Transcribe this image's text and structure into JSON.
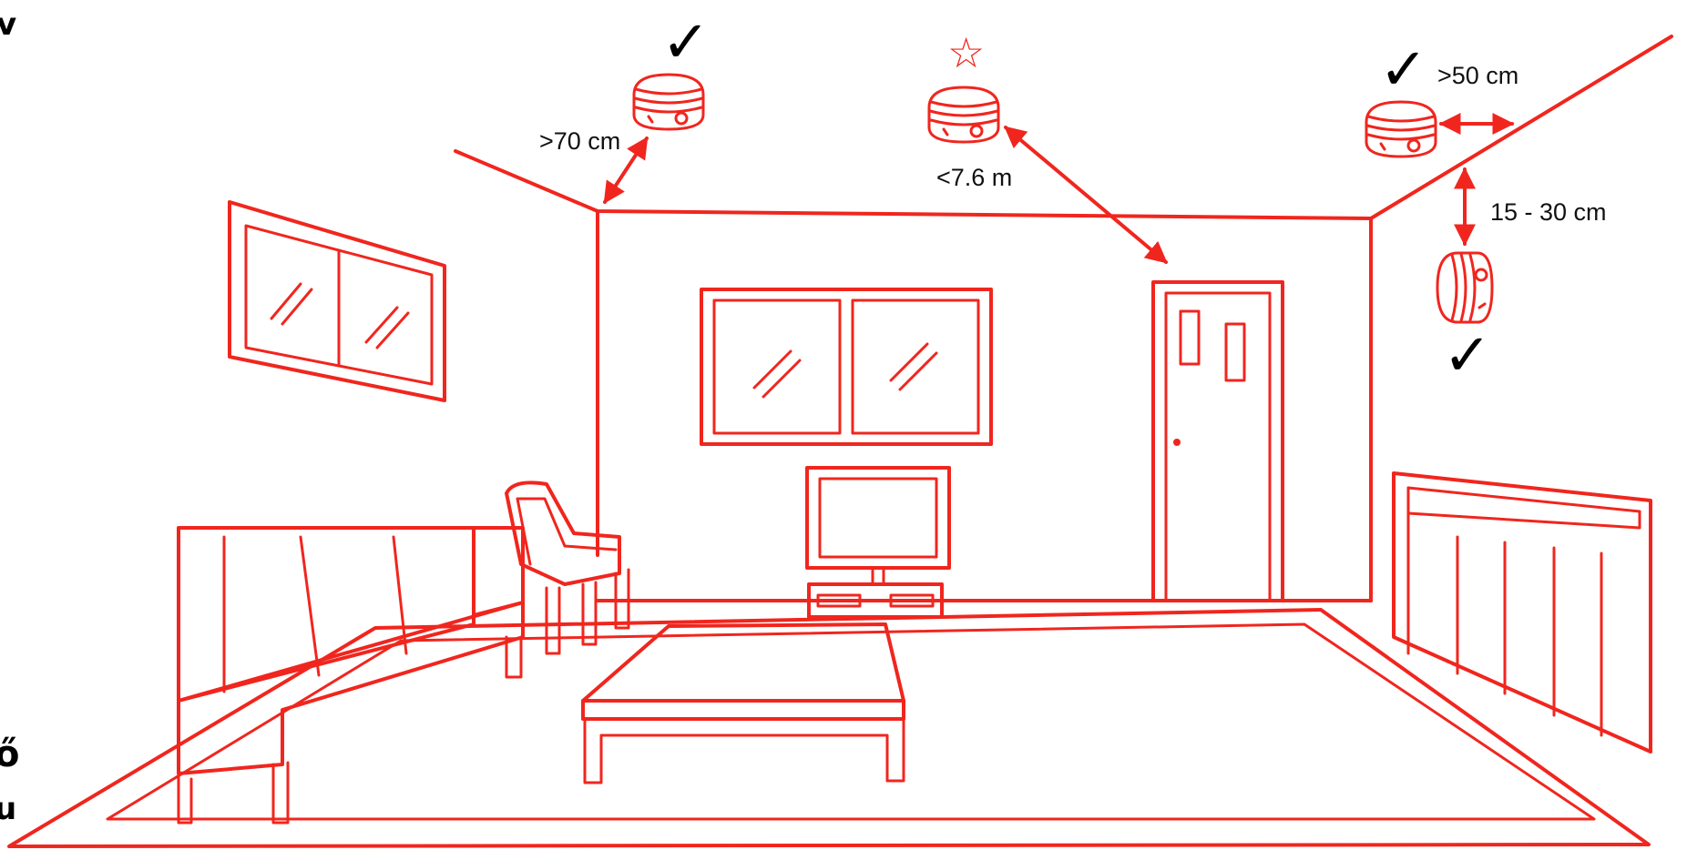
{
  "colors": {
    "line": "#f0261e",
    "text": "#111111",
    "check": "#000000",
    "background": "#ffffff"
  },
  "labels": {
    "ceiling_gap": ">70 cm",
    "max_distance": "<7.6 m",
    "wall_gap": ">50 cm",
    "wall_band": "15 - 30 cm"
  },
  "marks": {
    "check": "✓",
    "star": "☆"
  },
  "cropped_text": {
    "top_left": "v",
    "bottom_left_1": "ő",
    "bottom_left_2": "u"
  },
  "icons": [
    "smoke-detector-icon",
    "check-icon",
    "star-icon",
    "double-arrow-icon"
  ]
}
